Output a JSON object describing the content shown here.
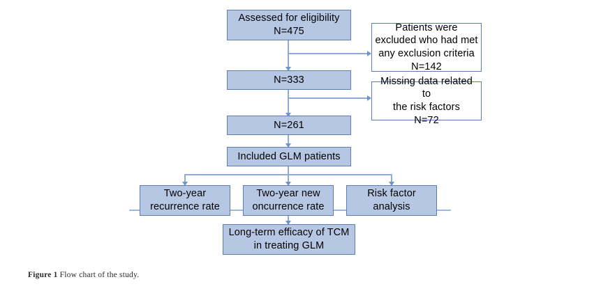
{
  "figure": {
    "caption_label": "Figure 1",
    "caption_text": "Flow chart of the study."
  },
  "flowchart": {
    "title": "Flow chart of the study",
    "nodes": [
      {
        "id": "assessed",
        "text": "Assessed for eligibility\nN=475",
        "style": "filled"
      },
      {
        "id": "excluded-criteria",
        "text": "Patients were\nexcluded who had met\nany exclusion criteria\nN=142",
        "style": "outline"
      },
      {
        "id": "n333",
        "text": "N=333",
        "style": "filled"
      },
      {
        "id": "missing-data",
        "text": "Missing data related to\nthe risk factors\nN=72",
        "style": "outline"
      },
      {
        "id": "n261",
        "text": "N=261",
        "style": "filled"
      },
      {
        "id": "included",
        "text": "Included GLM patients",
        "style": "filled"
      },
      {
        "id": "recurrence",
        "text": "Two-year\nrecurrence rate",
        "style": "filled"
      },
      {
        "id": "new-occurrence",
        "text": "Two-year new\noncurrence rate",
        "style": "filled"
      },
      {
        "id": "risk-factor",
        "text": "Risk factor\nanalysis",
        "style": "filled"
      },
      {
        "id": "conclusion",
        "text": "Long-term efficacy of TCM\nin treating GLM",
        "style": "filled"
      }
    ],
    "colors": {
      "box_fill": "#b6c7e4",
      "box_border": "#5b7cb4",
      "connector": "#8faad6",
      "arrow": "#6f93cc",
      "background": "#ffffff"
    }
  }
}
